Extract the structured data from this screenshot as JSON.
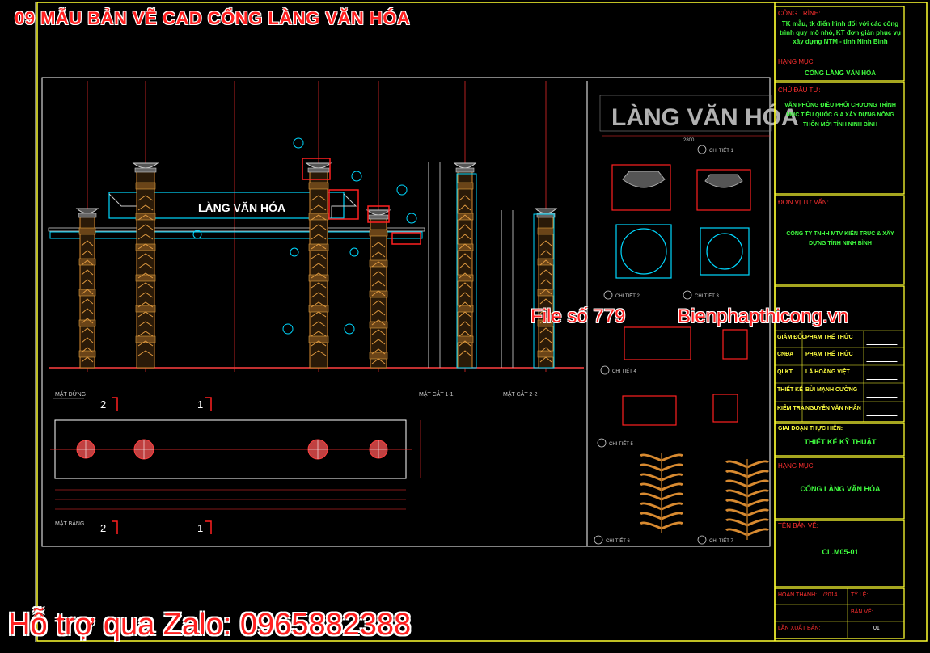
{
  "banner": {
    "title": "09 MẪU BẢN VẼ CAD CỔNG LÀNG VĂN HÓA"
  },
  "overlay": {
    "file_no": "File số 779",
    "site": "Bienphapthicong.vn",
    "zalo": "Hỗ trợ qua Zalo: 0965882388"
  },
  "drawing": {
    "gate_sign": "LÀNG VĂN HÓA",
    "big_sign": "LÀNG VĂN HÓA",
    "view_front": "MẶT ĐỨNG",
    "view_section1": "MẶT CẮT 1-1",
    "view_section2": "MẶT CẮT 2-2",
    "view_plan": "MẶT BẰNG",
    "mark_2": "2",
    "mark_1": "1",
    "details": [
      "CHI TIẾT 1",
      "CHI TIẾT 2",
      "CHI TIẾT 3",
      "CHI TIẾT 4",
      "CHI TIẾT 5",
      "CHI TIẾT 6",
      "CHI TIẾT 7"
    ],
    "sign_width": "2800"
  },
  "titleblock": {
    "project_label": "CÔNG TRÌNH:",
    "project_text": "TK mẫu, tk điển hình đối với các công trình quy mô nhỏ, KT đơn giản phục vụ xây dựng NTM - tỉnh Ninh Bình",
    "item_label": "HẠNG MỤC",
    "item_value": "CỔNG LÀNG VĂN HÓA",
    "owner_label": "CHỦ ĐẦU TƯ:",
    "owner_text": "VĂN PHÒNG ĐIỀU PHỐI CHƯƠNG TRÌNH MỤC TIÊU QUỐC GIA XÂY DỰNG NÔNG THÔN MỚI TỈNH NINH BÌNH",
    "consultant_label": "ĐƠN VỊ TƯ VẤN:",
    "consultant_text": "CÔNG TY TNHH MTV KIẾN TRÚC & XÂY DỰNG TỈNH NINH BÌNH",
    "roles": [
      {
        "role": "GIÁM ĐỐC",
        "name": "PHẠM THẾ THỨC"
      },
      {
        "role": "CNĐA",
        "name": "PHẠM THẾ THỨC"
      },
      {
        "role": "QLKT",
        "name": "LÃ HOÀNG VIỆT"
      },
      {
        "role": "THIẾT KẾ",
        "name": "BÙI MẠNH CƯỜNG"
      },
      {
        "role": "KIỂM TRA",
        "name": "NGUYỄN VĂN NHÂN"
      }
    ],
    "phase_label": "GIAI ĐOẠN THỰC HIỆN:",
    "phase_value": "THIẾT KẾ KỸ THUẬT",
    "item2_label": "HẠNG MỤC:",
    "item2_value": "CỔNG LÀNG VĂN HÓA",
    "sheet_name_label": "TÊN BẢN VẼ:",
    "sheet_name_value": "CL.M05-01",
    "completed_label": "HOÀN THÀNH: .../2014",
    "scale_label": "TỶ LỆ:",
    "sheet_no_label": "BẢN VẼ:",
    "issue_label": "LẦN XUẤT BẢN:",
    "issue_value": "01"
  },
  "colors": {
    "cyan": "#00d8ff",
    "red": "#ff2020",
    "yellow": "#ffff30",
    "green": "#30ff30",
    "white": "#ffffff",
    "orange": "#d88a30"
  }
}
